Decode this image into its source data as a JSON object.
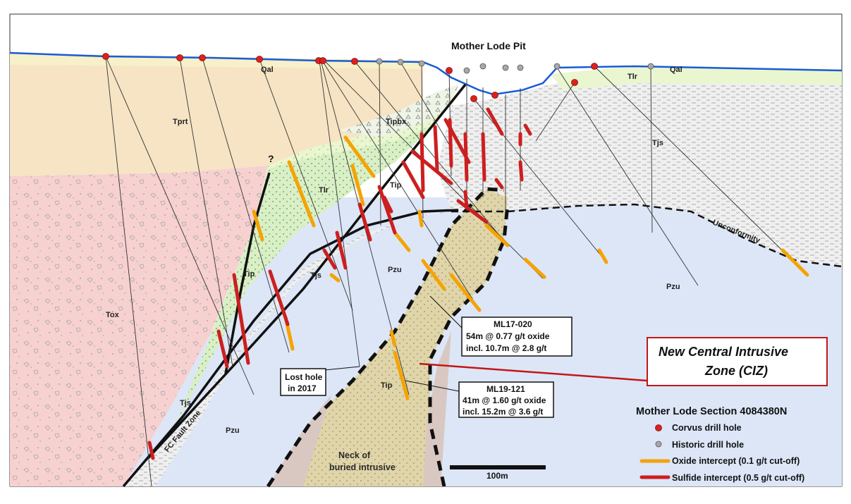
{
  "pit_title": "Mother Lode Pit",
  "units": {
    "qal": "Qal",
    "tprt": "Tprt",
    "tox": "Tox",
    "tipbx": "Tipbx",
    "tlr": "Tlr",
    "tip": "Tip",
    "tjs": "Tjs",
    "pzu": "Pzu"
  },
  "question_mark": "?",
  "fault_label": "FC Fault Zone",
  "unconformity_label": "Unconformity",
  "neck_label": [
    "Neck of",
    "buried intrusive"
  ],
  "lost_hole_label": [
    "Lost hole",
    "in 2017"
  ],
  "callouts": {
    "ml17_020": [
      "ML17-020",
      "54m @ 0.77 g/t oxide",
      "incl. 10.7m @ 2.8 g/t"
    ],
    "ml19_121": [
      "ML19-121",
      "41m @ 1.60 g/t oxide",
      "incl. 15.2m @ 3.6 g/t"
    ]
  },
  "ciz_label": [
    "New Central Intrusive",
    "Zone (CIZ)"
  ],
  "scale_bar_label": "100m",
  "legend": {
    "title": "Mother Lode Section 4084380N",
    "corvus": "Corvus drill hole",
    "historic": "Historic drill hole",
    "oxide": "Oxide intercept (0.1 g/t cut-off)",
    "sulfide": "Sulfide intercept (0.5 g/t cut-off)"
  },
  "colors": {
    "corvus_collar": "#e0201c",
    "historic_collar": "#a8a8a8",
    "oxide_intercept": "#f5a300",
    "sulfide_intercept": "#cc1f1f",
    "ciz_box_border": "#c01818",
    "topography": "#1a5bd6"
  }
}
